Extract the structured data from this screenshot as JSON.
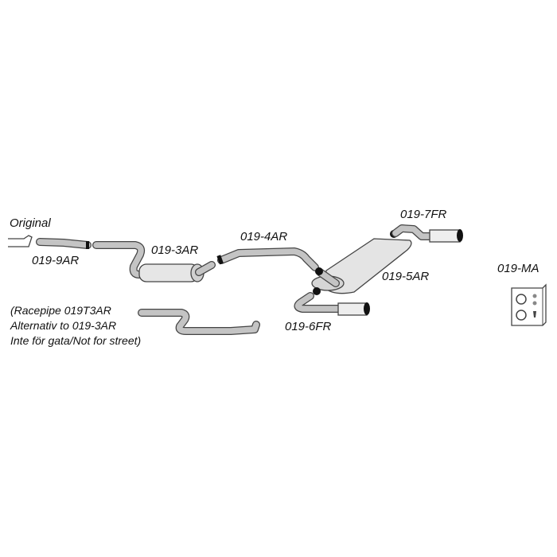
{
  "labels": {
    "original": "Original",
    "p9": "019-9AR",
    "p3": "019-3AR",
    "p4": "019-4AR",
    "p7": "019-7FR",
    "p5": "019-5AR",
    "p6": "019-6FR",
    "ma": "019-MA"
  },
  "racepipe_note": [
    "(Racepipe 019T3AR",
    "Alternativ to 019-3AR",
    "Inte för gata/Not for street)"
  ]
}
